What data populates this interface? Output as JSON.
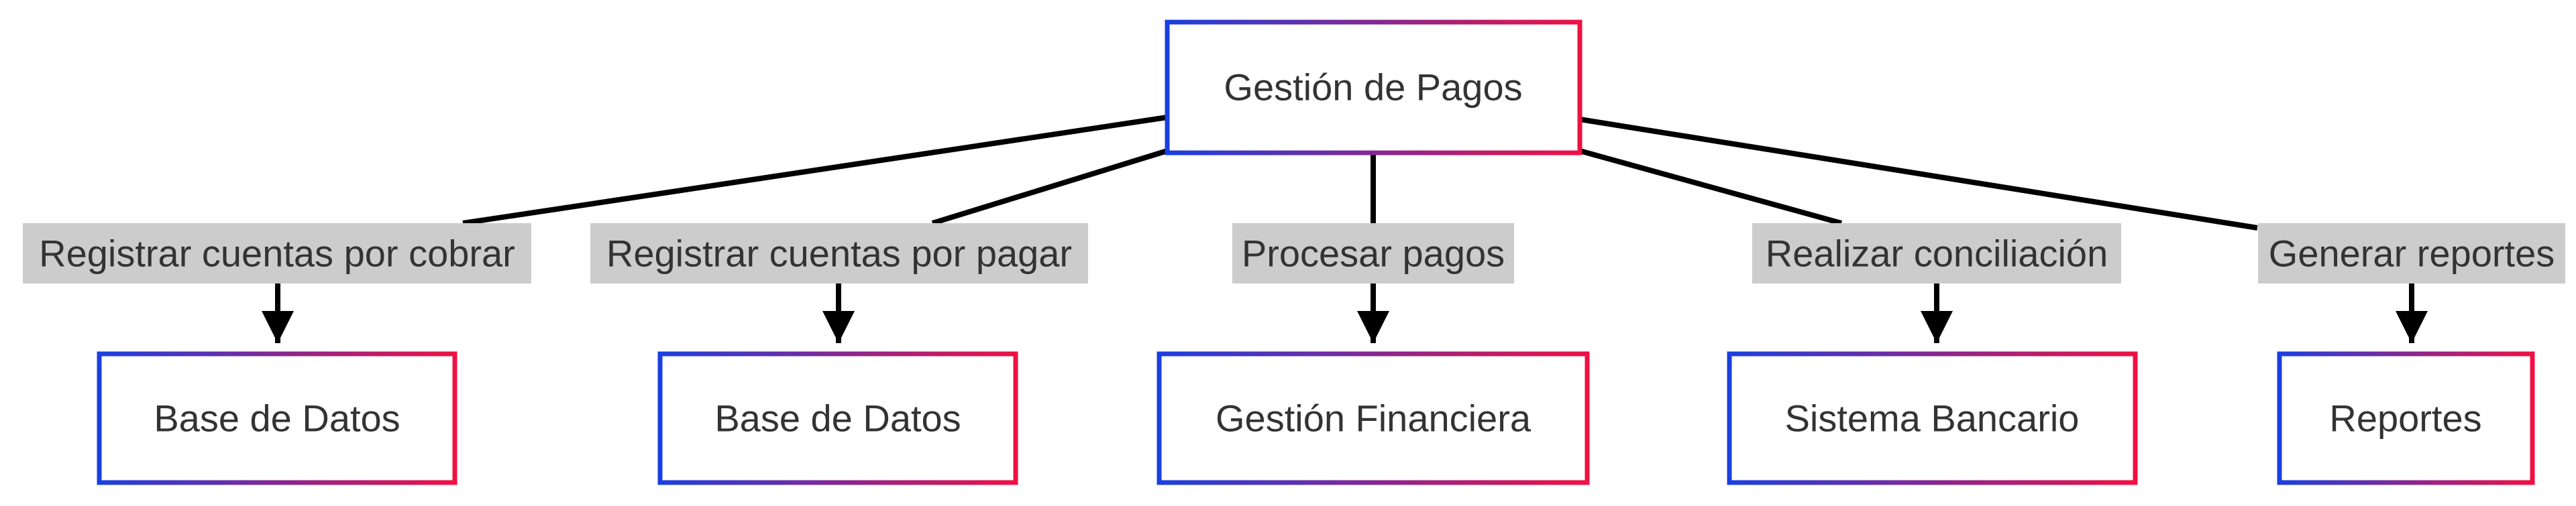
{
  "diagram": {
    "type": "flowchart",
    "root": {
      "label": "Gestión de Pagos"
    },
    "branches": [
      {
        "edge_label": "Registrar cuentas por cobrar",
        "target": "Base de Datos"
      },
      {
        "edge_label": "Registrar cuentas por pagar",
        "target": "Base de Datos"
      },
      {
        "edge_label": "Procesar pagos",
        "target": "Gestión Financiera"
      },
      {
        "edge_label": "Realizar conciliación",
        "target": "Sistema Bancario"
      },
      {
        "edge_label": "Generar reportes",
        "target": "Reportes"
      }
    ]
  },
  "colors": {
    "node_border_start": "#1a3fe0",
    "node_border_end": "#ee1144",
    "node_fill": "#ffffff",
    "text": "#333333",
    "edge": "#000000",
    "label_background": "#cccccc"
  }
}
